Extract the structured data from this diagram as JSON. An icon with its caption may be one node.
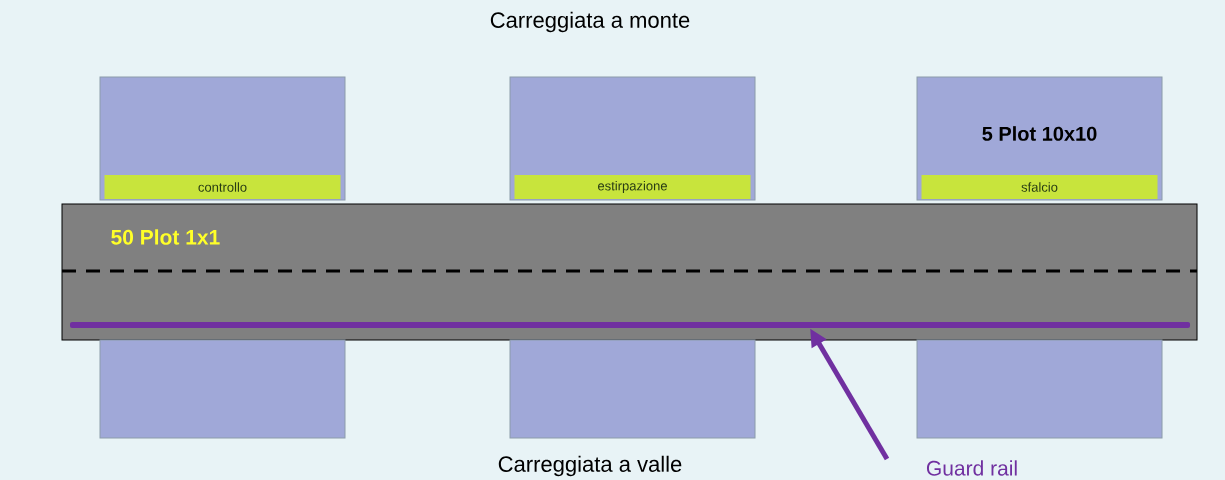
{
  "diagram": {
    "nodes": [
      {
        "text": [],
        "shape": "box"
      },
      {
        "text": [
          "controllo"
        ],
        "in": 0
      },
      {
        "text": [],
        "shape": "box"
      },
      {
        "text": [
          "estirpazione"
        ],
        "in": 2
      },
      {
        "text": [
          "5 Plot 10x10"
        ]
      },
      {
        "text": [
          "sfalcio"
        ],
        "in": 4
      },
      {
        "text": [
          "50 Plot 1x1"
        ]
      },
      {
        "text": [],
        "shape": "bar",
        "in": 6
      },
      {
        "text": [],
        "shape": "box"
      },
      {
        "text": [],
        "shape": "box"
      },
      {
        "text": [],
        "shape": "box"
      },
      {
        "text": [
          "Guard rail"
        ]
      }
    ],
    "edges": [
      {
        "from": 11,
        "to": 7,
        "arrow": "to"
      }
    ],
    "labels": [
      "Carreggiata a monte",
      "Carreggiata a valle"
    ]
  }
}
